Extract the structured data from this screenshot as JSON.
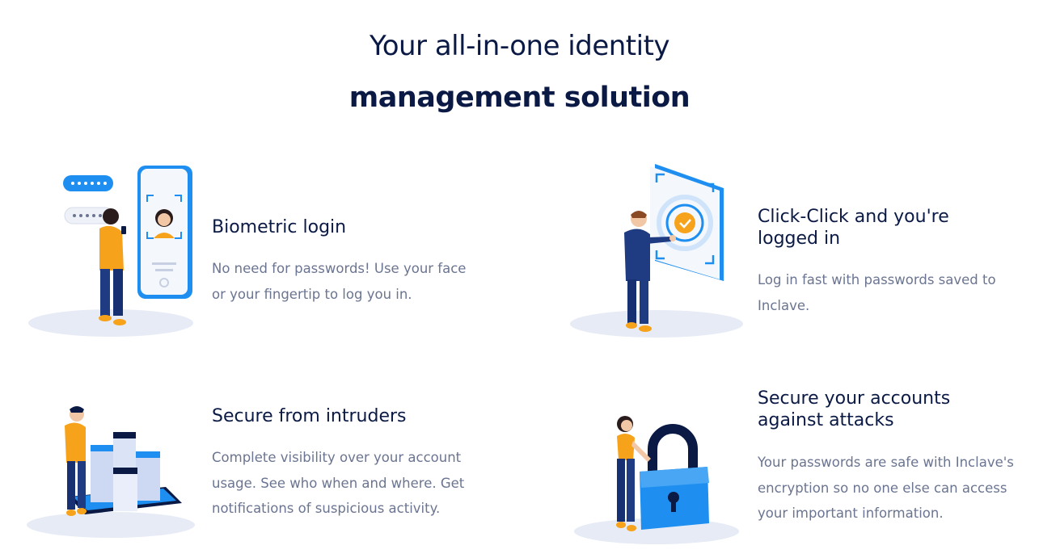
{
  "hero": {
    "line1": "Your all-in-one identity",
    "line2": "management solution"
  },
  "features": [
    {
      "title": "Biometric login",
      "description": "No need for passwords! Use your face or your fingertip to log you in.",
      "illustration": "phone-face-scan-illustration"
    },
    {
      "title": "Click-Click and you're logged in",
      "description": "Log in fast with passwords saved to Inclave.",
      "illustration": "touch-screen-check-illustration"
    },
    {
      "title": "Secure from intruders",
      "description": "Complete visibility over your account usage. See who when and where. Get notifications of suspicious activity.",
      "illustration": "server-blocks-illustration"
    },
    {
      "title": "Secure your accounts against attacks",
      "description": "Your passwords are safe with Inclave's encryption so no one else can access your important information.",
      "illustration": "padlock-illustration"
    }
  ],
  "colors": {
    "navy": "#0b1a45",
    "text-gray": "#6b7591",
    "accent-blue": "#1e8ff0",
    "accent-orange": "#f7a21b",
    "shadow": "#e6ebf5"
  }
}
